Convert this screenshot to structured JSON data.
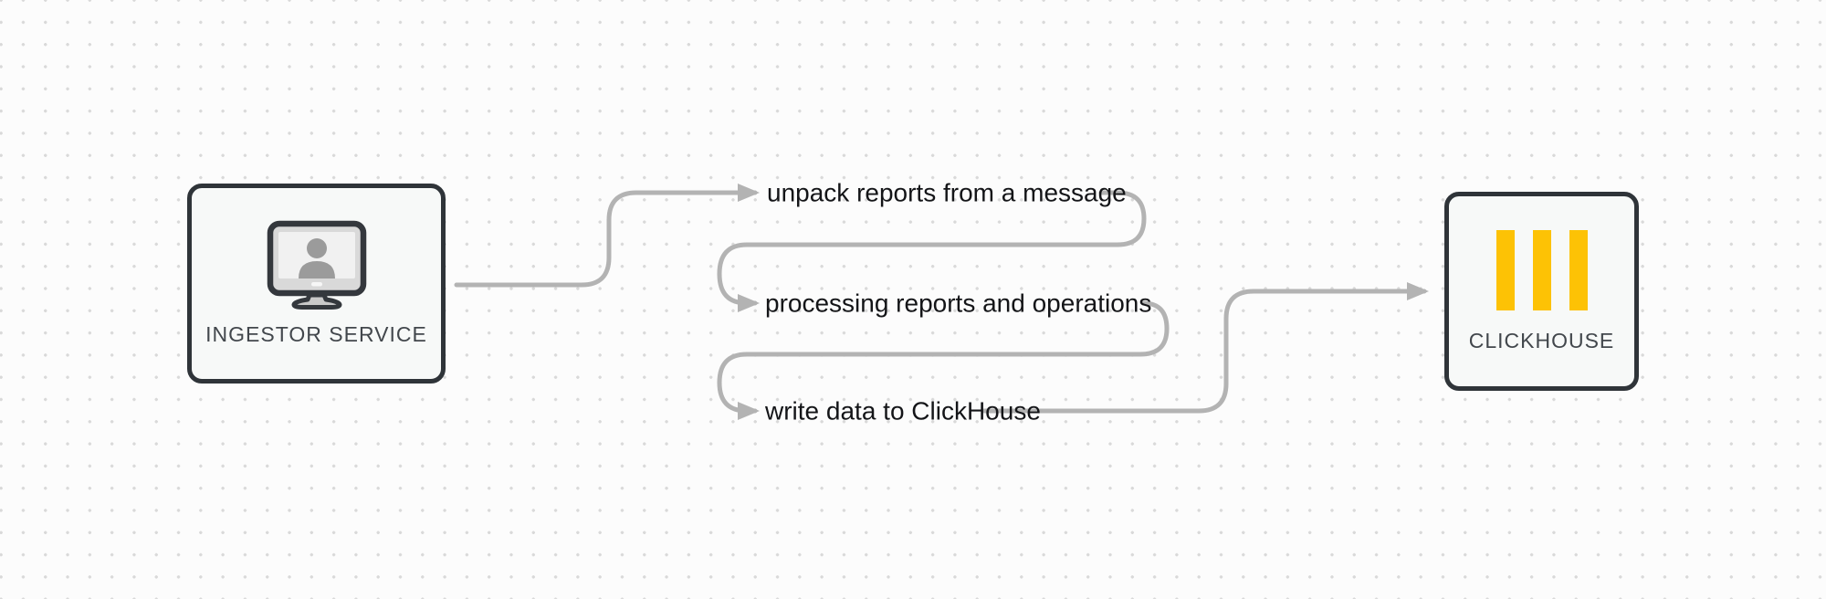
{
  "diagram": {
    "nodes": [
      {
        "id": "ingestor-service",
        "label": "INGESTOR SERVICE",
        "icon": "monitor-user-icon"
      },
      {
        "id": "clickhouse",
        "label": "CLICKHOUSE",
        "icon": "clickhouse-logo-icon"
      }
    ],
    "steps": [
      {
        "label": "unpack reports from a message"
      },
      {
        "label": "processing reports and operations"
      },
      {
        "label": "write data to ClickHouse"
      }
    ],
    "flow_order": [
      "ingestor-service",
      "step-1",
      "step-2",
      "step-3",
      "clickhouse"
    ],
    "colors": {
      "background": "#fcfcfc",
      "background_dot": "#d9d9d9",
      "connector": "#b3b3b3",
      "node_border": "#2f3439",
      "node_fill": "#f7f9f8",
      "clickhouse_yellow": "#fdc205",
      "label_text": "#141518",
      "node_label_text": "#42474c"
    }
  }
}
